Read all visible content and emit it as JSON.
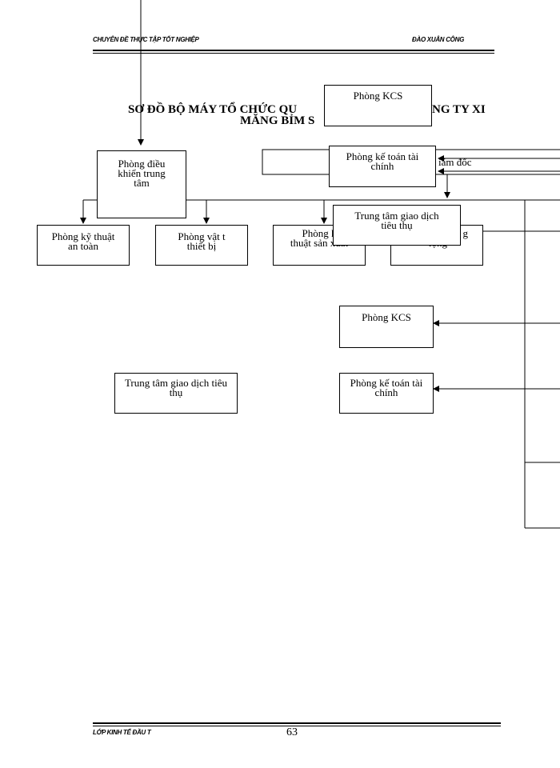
{
  "header": {
    "left": "CHUYÊN ĐỀ THỰC TẬP TỐT NGHIỆP",
    "right": "ĐÀO XUÂN CÔNG"
  },
  "title": {
    "line1_left": "SƠ ĐỒ BỘ MÁY TỔ CHỨC QU",
    "line1_right": "NG TY XI",
    "line2": "MĂNG BỈM S"
  },
  "diagram": {
    "director_label": "iám đốc",
    "boxes": {
      "kcs_top": "Phòng KCS",
      "ketoan_overlay": "Phòng kế toán tài chính",
      "trungtam_overlay": "Trung tâm giao dịch tiêu thụ",
      "dieukhien": "Phòng điều khiển trung tâm",
      "kythuat_antoan": "Phòng kỹ thuật an toàn",
      "vattu": "Phòng vật t thiết bị",
      "kythuat_sanxuat_line1": "Phòng k",
      "kythuat_sanxuat_line2": "thuật sản xuất",
      "laodong_line1": "g",
      "laodong_line2": "lộng",
      "kcs_mid": "Phòng KCS",
      "trungtam_left": "Trung tâm giao dịch tiêu thụ",
      "ketoan_mid": "Phòng kế toán tài chính"
    }
  },
  "footer": {
    "left": "LỚP KINH TẾ ĐẦU T",
    "page": "63"
  }
}
